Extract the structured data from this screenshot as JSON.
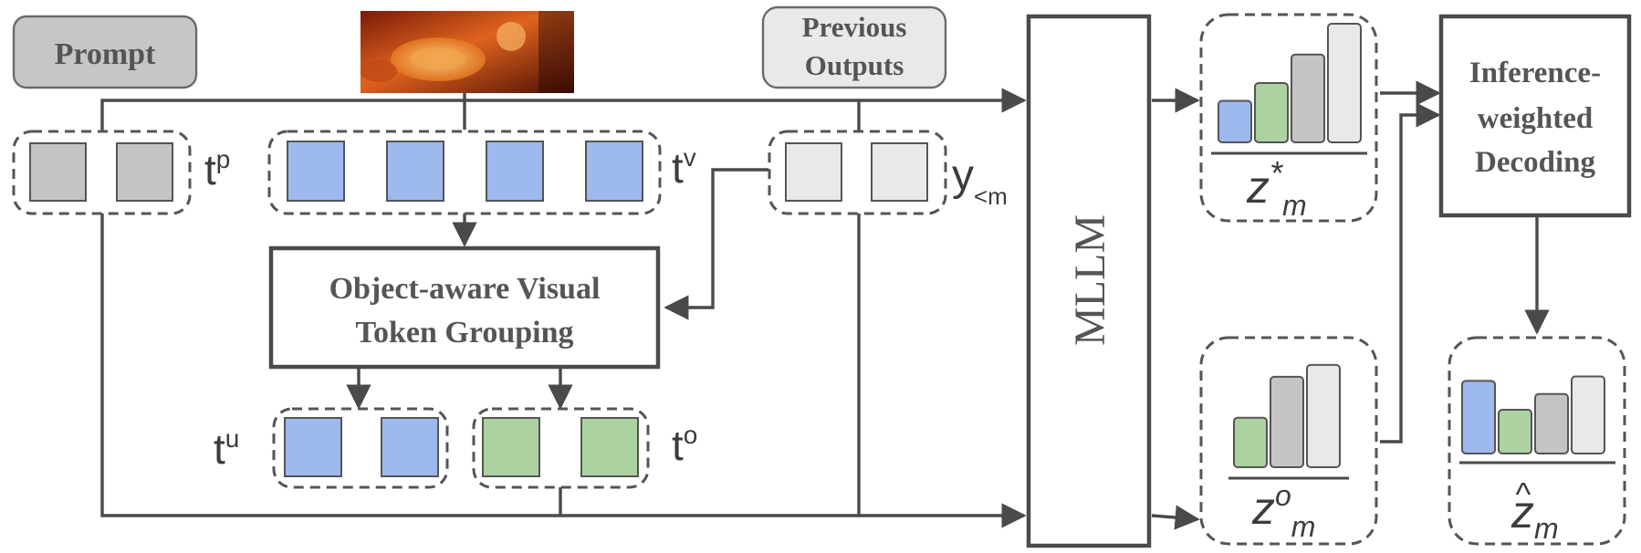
{
  "labels": {
    "prompt": "Prompt",
    "previous_outputs_line1": "Previous",
    "previous_outputs_line2": "Outputs",
    "mllm": "MLLM",
    "grouping_line1": "Object-aware Visual",
    "grouping_line2": "Token Grouping",
    "decoding_line1": "Inference-",
    "decoding_line2": "weighted",
    "decoding_line3": "Decoding"
  },
  "tokens": {
    "prompt": {
      "base": "t",
      "sup": "p"
    },
    "visual": {
      "base": "t",
      "sup": "v"
    },
    "previous": {
      "base": "y",
      "sub": "<m"
    },
    "unimportant": {
      "base": "t",
      "sup": "u"
    },
    "object": {
      "base": "t",
      "sup": "o"
    }
  },
  "distributions": {
    "z_star": {
      "base": "z",
      "sup": "*",
      "sub": "m",
      "bars": [
        {
          "color": "blue",
          "value": 0.35
        },
        {
          "color": "green",
          "value": 0.5
        },
        {
          "color": "gray",
          "value": 0.74
        },
        {
          "color": "light",
          "value": 1.0
        }
      ]
    },
    "z_obj": {
      "base": "z",
      "sup": "o",
      "sub": "m",
      "bars": [
        {
          "color": "green",
          "value": 0.46
        },
        {
          "color": "gray",
          "value": 0.84
        },
        {
          "color": "light",
          "value": 0.95
        }
      ]
    },
    "z_hat": {
      "base": "z",
      "hat": "^",
      "sub": "m",
      "bars": [
        {
          "color": "blue",
          "value": 0.83
        },
        {
          "color": "green",
          "value": 0.5
        },
        {
          "color": "gray",
          "value": 0.68
        },
        {
          "color": "light",
          "value": 0.88
        }
      ]
    }
  },
  "colors": {
    "blue": "#9db9ee",
    "green": "#acd2a1",
    "gray": "#c4c4c4",
    "light": "#e9e9e9",
    "line": "#4a4a4a"
  }
}
